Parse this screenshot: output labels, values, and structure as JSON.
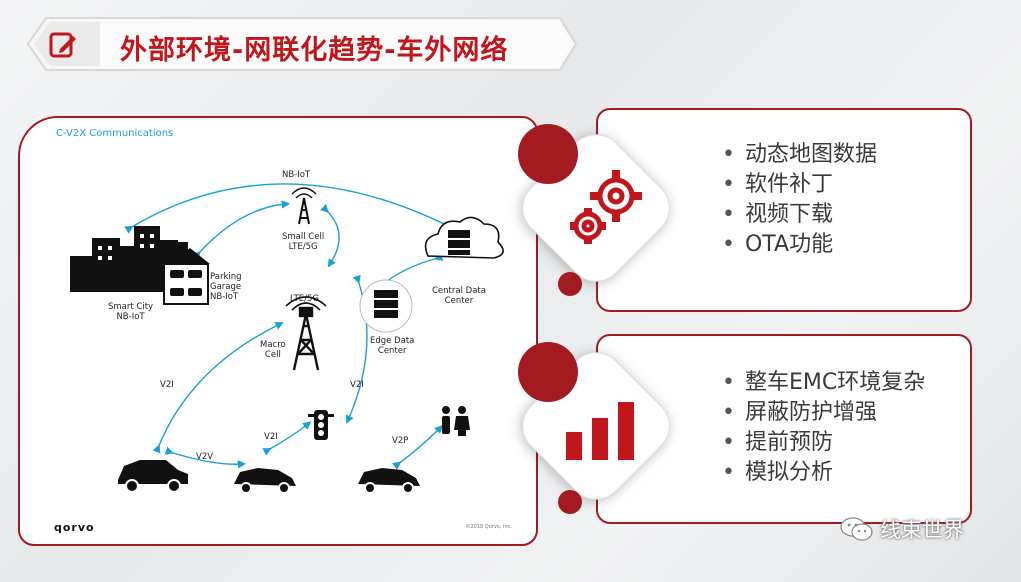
{
  "slide": {
    "title": "外部环境-网联化趋势-车外网络"
  },
  "diagram": {
    "heading": "C-V2X Communications",
    "nodes": {
      "nbiot": "NB-IoT",
      "small_cell": [
        "Small Cell",
        "LTE/5G"
      ],
      "parking": [
        "Parking",
        "Garage",
        "NB-IoT"
      ],
      "smart_city": [
        "Smart City",
        "NB-IoT"
      ],
      "central_dc": [
        "Central Data",
        "Center"
      ],
      "lte5g": "LTE/5G",
      "macro_cell": [
        "Macro",
        "Cell"
      ],
      "edge_dc": [
        "Edge Data",
        "Center"
      ]
    },
    "links": {
      "v2i_left": "V2I",
      "v2i_right": "V2I",
      "v2i_mid": "V2I",
      "v2v": "V2V",
      "v2p": "V2P"
    },
    "brand": "qorvo",
    "copyright": "©2018 Qorvo, Inc."
  },
  "panel_top": {
    "icon": "gears-icon",
    "items": [
      "动态地图数据",
      "软件补丁",
      "视频下载",
      "OTA功能"
    ]
  },
  "panel_bottom": {
    "icon": "bar-signal-icon",
    "items": [
      "整车EMC环境复杂",
      "屏蔽防护增强",
      "提前预防",
      "模拟分析"
    ]
  },
  "watermark": {
    "text": "线束世界",
    "icon": "wechat-icon"
  },
  "colors": {
    "accent": "#c0161c",
    "dark_red": "#a31a20",
    "link_blue": "#1aa0d6"
  }
}
